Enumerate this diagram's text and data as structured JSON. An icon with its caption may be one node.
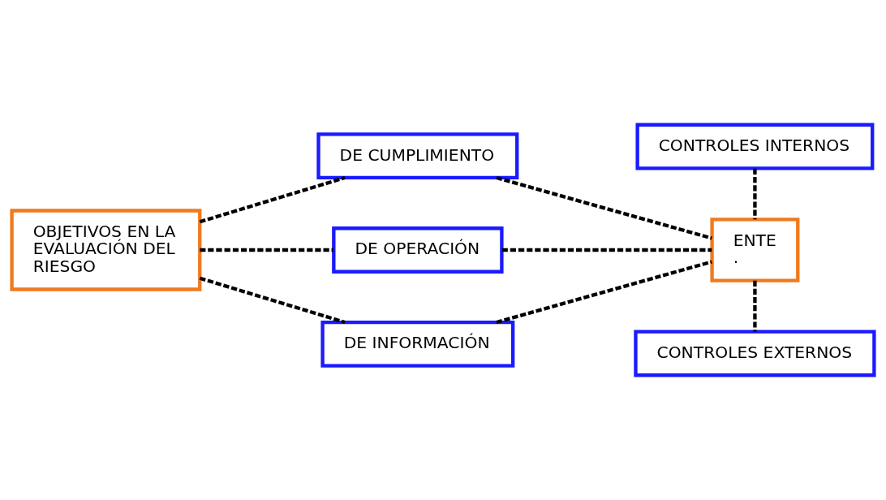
{
  "diagram": {
    "nodes": [
      {
        "text": [
          "OBJETIVOS EN LA EVALUACIÓN DEL RIESGO"
        ]
      },
      {
        "text": [
          "DE CUMPLIMIENTO"
        ]
      },
      {
        "text": [
          "DE OPERACIÓN"
        ]
      },
      {
        "text": [
          "DE INFORMACIÓN"
        ]
      },
      {
        "text": [
          "CONTROLES INTERNOS"
        ]
      },
      {
        "text": [
          "ENTE",
          "."
        ]
      },
      {
        "text": [
          "CONTROLES EXTERNOS"
        ]
      }
    ],
    "edges": [
      {
        "from": 0,
        "to": 1,
        "arrow": "none",
        "style": "dashed"
      },
      {
        "from": 0,
        "to": 2,
        "arrow": "none",
        "style": "dashed"
      },
      {
        "from": 0,
        "to": 3,
        "arrow": "none",
        "style": "dashed"
      },
      {
        "from": 1,
        "to": 5,
        "arrow": "none",
        "style": "dashed"
      },
      {
        "from": 2,
        "to": 5,
        "arrow": "none",
        "style": "dashed"
      },
      {
        "from": 3,
        "to": 5,
        "arrow": "none",
        "style": "dashed"
      },
      {
        "from": 4,
        "to": 5,
        "arrow": "none",
        "style": "dashed"
      },
      {
        "from": 5,
        "to": 6,
        "arrow": "none",
        "style": "dashed"
      }
    ]
  }
}
